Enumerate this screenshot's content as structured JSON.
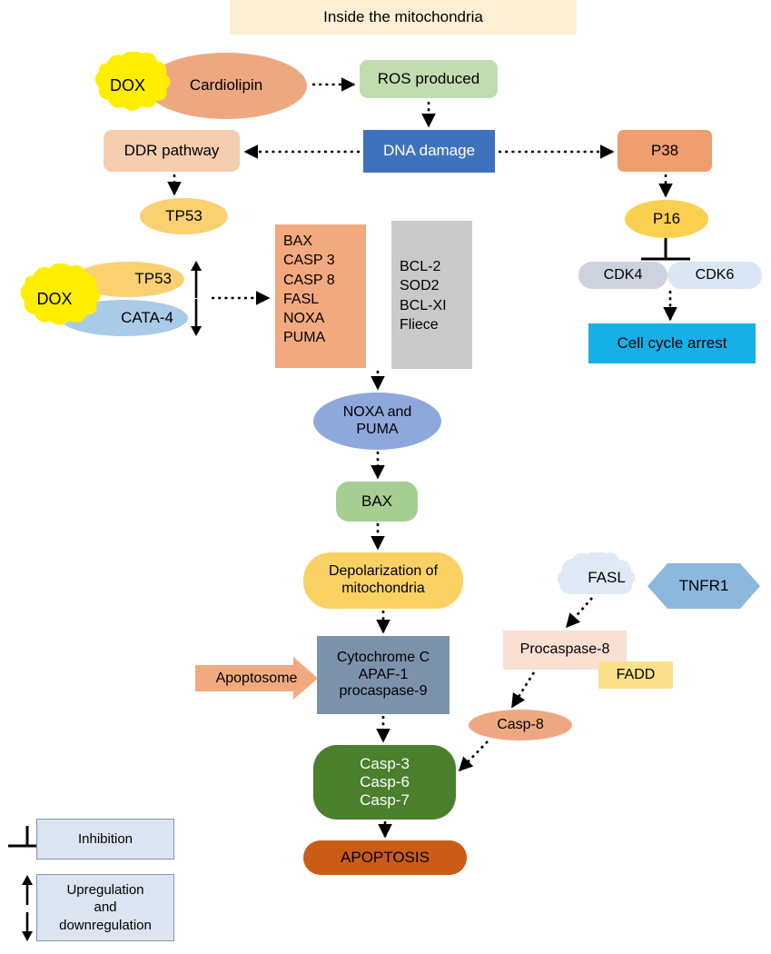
{
  "banner": {
    "label": "Inside the mitochondria"
  },
  "nodes": {
    "dox_top": {
      "label": "DOX",
      "shape": "cloud",
      "color": "#ffee00"
    },
    "cardiolipin": {
      "label": "Cardiolipin",
      "shape": "ellipse",
      "color": "#eda882"
    },
    "ros": {
      "label": "ROS produced",
      "shape": "rounded-rect",
      "color": "#c1ddb0"
    },
    "dna_damage": {
      "label": "DNA damage",
      "shape": "rect",
      "color": "#3f72bd"
    },
    "ddr_pathway": {
      "label": "DDR pathway",
      "shape": "rounded-rect",
      "color": "#f7cdaf"
    },
    "tp53_top": {
      "label": "TP53",
      "shape": "ellipse",
      "color": "#fad071"
    },
    "p38": {
      "label": "P38",
      "shape": "rounded-rect",
      "color": "#ee9d6f"
    },
    "p16": {
      "label": "P16",
      "shape": "ellipse",
      "color": "#fad04e"
    },
    "cdk4": {
      "label": "CDK4",
      "shape": "pill",
      "color": "#ccd2de"
    },
    "cdk6": {
      "label": "CDK6",
      "shape": "pill",
      "color": "#dbe6f4"
    },
    "cell_cycle_arrest": {
      "label": "Cell cycle arrest",
      "shape": "rect",
      "color": "#15b0e8"
    },
    "dox_left": {
      "label": "DOX",
      "shape": "cloud",
      "color": "#ffee00"
    },
    "tp53_left": {
      "label": "TP53",
      "shape": "ellipse",
      "color": "#fad071"
    },
    "cata4": {
      "label": "CATA-4",
      "shape": "ellipse",
      "color": "#a9cbe8"
    },
    "upregulated_list": {
      "label": "BAX\nCASP 3\nCASP 8\nFASL\nNOXA\nPUMA",
      "items": [
        "BAX",
        "CASP 3",
        "CASP 8",
        "FASL",
        "NOXA",
        "PUMA"
      ],
      "regulation": "up",
      "color": "#f2a97f"
    },
    "downregulated_list": {
      "label": "BCL-2\nSOD2\nBCL-XI\nFliece",
      "items": [
        "BCL-2",
        "SOD2",
        "BCL-XI",
        "Fliece"
      ],
      "regulation": "down",
      "color": "#c9c9c9"
    },
    "noxa_puma": {
      "label": "NOXA and\nPUMA",
      "shape": "ellipse",
      "color": "#8fa8dc"
    },
    "bax": {
      "label": "BAX",
      "shape": "rounded-rect",
      "color": "#a6ce92"
    },
    "depolarization": {
      "label": "Depolarization of\nmitochondria",
      "shape": "pill",
      "color": "#fad264"
    },
    "apoptosome": {
      "label": "Apoptosome",
      "shape": "arrow-right",
      "color": "#f2a97f"
    },
    "cytochrome_complex": {
      "label": "Cytochrome C\nAPAF-1\nprocaspase-9",
      "shape": "rect",
      "color": "#7c92ab"
    },
    "fasl": {
      "label": "FASL",
      "shape": "cloud",
      "color": "#dfeaf6"
    },
    "tnfr1": {
      "label": "TNFR1",
      "shape": "hexagon",
      "color": "#8cb8dd"
    },
    "procaspase8": {
      "label": "Procaspase-8",
      "shape": "rect",
      "color": "#fae0d2"
    },
    "fadd": {
      "label": "FADD",
      "shape": "rect",
      "color": "#fbdf8a"
    },
    "casp8": {
      "label": "Casp-8",
      "shape": "ellipse",
      "color": "#eda882"
    },
    "effector_caspases": {
      "label": "Casp-3\nCasp-6\nCasp-7",
      "shape": "pill",
      "color": "#4a7f2c"
    },
    "apoptosis": {
      "label": "APOPTOSIS",
      "shape": "pill",
      "color": "#cb5c16"
    }
  },
  "legend": {
    "inhibition": {
      "label": "Inhibition",
      "symbol": "inhibition-bar"
    },
    "regulation": {
      "label": "Upregulation\nand\ndownregulation",
      "symbol": "up-down-arrows"
    },
    "box_color": "#dbe4f1",
    "box_border": "#7e95b8"
  }
}
